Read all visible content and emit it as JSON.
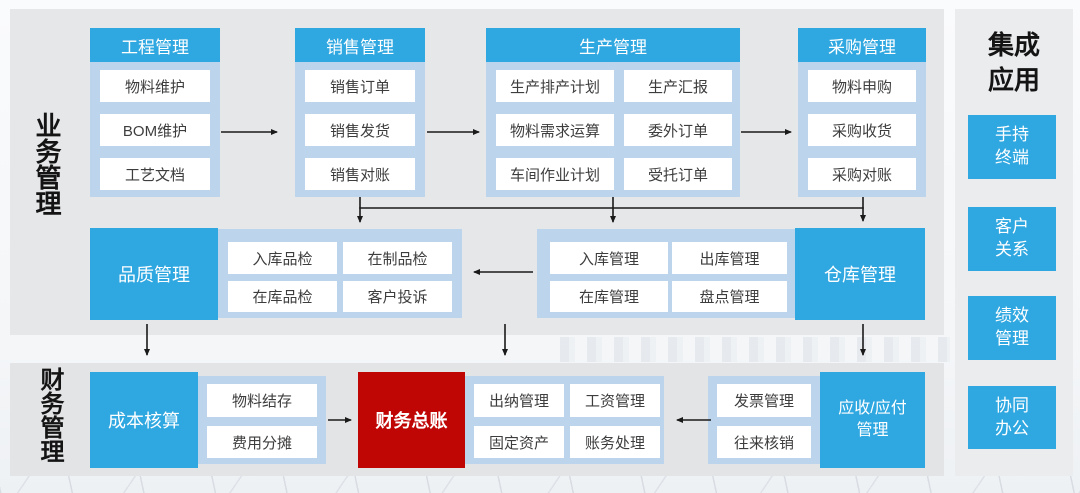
{
  "page": {
    "business_label": "业务管理",
    "finance_label": "财务管理"
  },
  "business_columns": [
    {
      "header": "工程管理",
      "items": [
        "物料维护",
        "BOM维护",
        "工艺文档"
      ]
    },
    {
      "header": "销售管理",
      "items": [
        "销售订单",
        "销售发货",
        "销售对账"
      ]
    },
    {
      "header": "生产管理",
      "items": [
        "生产排产计划",
        "生产汇报",
        "物料需求运算",
        "委外订单",
        "车间作业计划",
        "受托订单"
      ]
    },
    {
      "header": "采购管理",
      "items": [
        "物料申购",
        "采购收货",
        "采购对账"
      ]
    }
  ],
  "quality": {
    "title": "品质管理",
    "items": [
      "入库品检",
      "在制品检",
      "在库品检",
      "客户投诉"
    ]
  },
  "warehouse": {
    "title": "仓库管理",
    "items": [
      "入库管理",
      "出库管理",
      "在库管理",
      "盘点管理"
    ]
  },
  "cost": {
    "title": "成本核算",
    "items": [
      "物料结存",
      "费用分摊"
    ]
  },
  "general_ledger": {
    "title": "财务总账"
  },
  "finance_modules": {
    "items": [
      "出纳管理",
      "工资管理",
      "固定资产",
      "账务处理"
    ]
  },
  "receivable_payable": {
    "title": "应收/应付管理",
    "items": [
      "发票管理",
      "往来核销"
    ]
  },
  "integration": {
    "title": "集成应用",
    "items": [
      "手持终端",
      "客户关系",
      "绩效管理",
      "协同办公"
    ]
  },
  "colors": {
    "primary_blue": "#2fa7e0",
    "light_blue": "#bcd5ec",
    "accent_red": "#c00505",
    "panel_gray": "#e6e7e9",
    "arrow_black": "#1a1a1a"
  }
}
